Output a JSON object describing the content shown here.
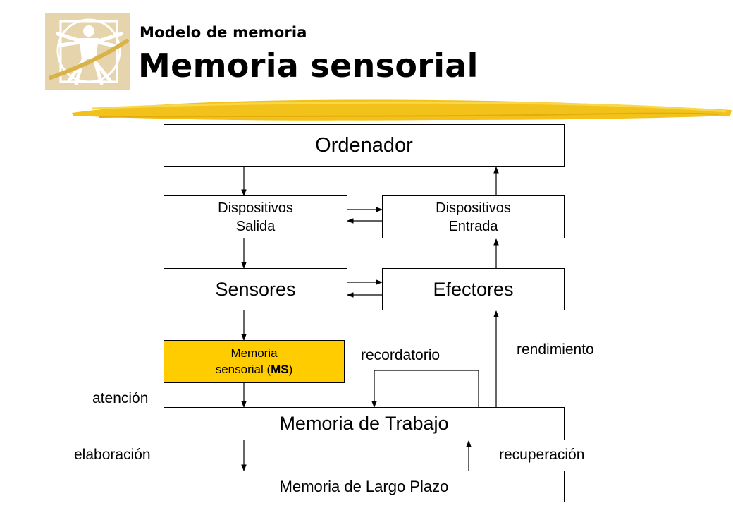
{
  "header": {
    "subtitle": "Modelo de memoria",
    "title": "Memoria sensorial"
  },
  "colors": {
    "accent_yellow": "#ffcc00",
    "brush": "#f2c21b",
    "logo_background": "#e6d4ad"
  },
  "logo": {
    "icon": "vitruvian-man-icon"
  },
  "diagram": {
    "ordenador": "Ordenador",
    "salida_line1": "Dispositivos",
    "salida_line2": "Salida",
    "entrada_line1": "Dispositivos",
    "entrada_line2": "Entrada",
    "sensores": "Sensores",
    "efectores": "Efectores",
    "ms_line1": "Memoria",
    "ms_line2_pre": "sensorial (",
    "ms_line2_bold": "MS",
    "ms_line2_post": ")",
    "trabajo": "Memoria de Trabajo",
    "largo_plazo": "Memoria de Largo Plazo",
    "labels": {
      "atencion": "atención",
      "recordatorio": "recordatorio",
      "rendimiento": "rendimiento",
      "elaboracion": "elaboración",
      "recuperacion": "recuperación"
    }
  }
}
